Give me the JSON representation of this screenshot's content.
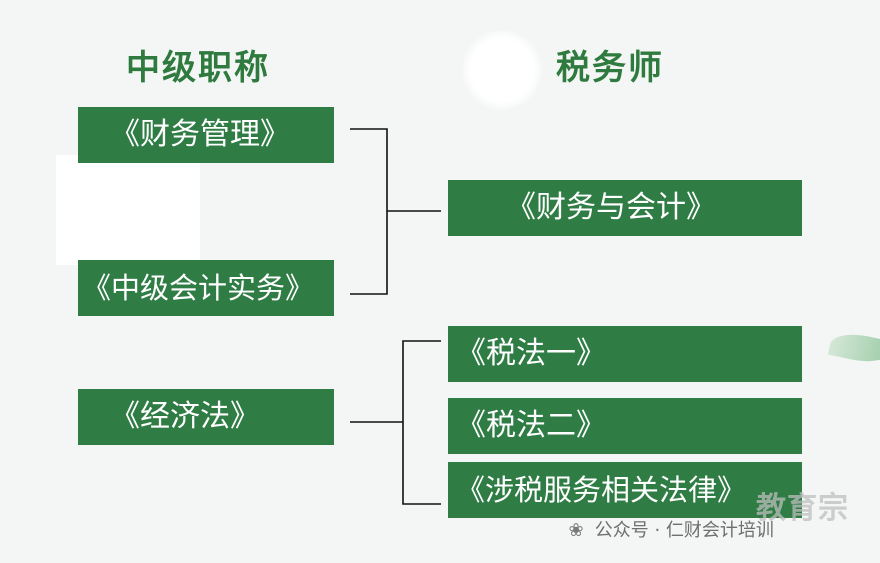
{
  "headings": {
    "left": "中级职称",
    "right": "税务师"
  },
  "left_boxes": [
    "《财务管理》",
    "《中级会计实务》",
    "《经济法》"
  ],
  "right_boxes": [
    "《财务与会计》",
    "《税法一》",
    "《税法二》",
    "《涉税服务相关法律》"
  ],
  "watermark": {
    "icon": "wechat-icon",
    "text": "公众号 · 仁财会计培训"
  },
  "brand_watermark": "教育宗",
  "colors": {
    "box_green": "#2f7d45",
    "heading_green": "#2f7a3e",
    "background": "#f3f6f5",
    "connector": "#111111"
  }
}
